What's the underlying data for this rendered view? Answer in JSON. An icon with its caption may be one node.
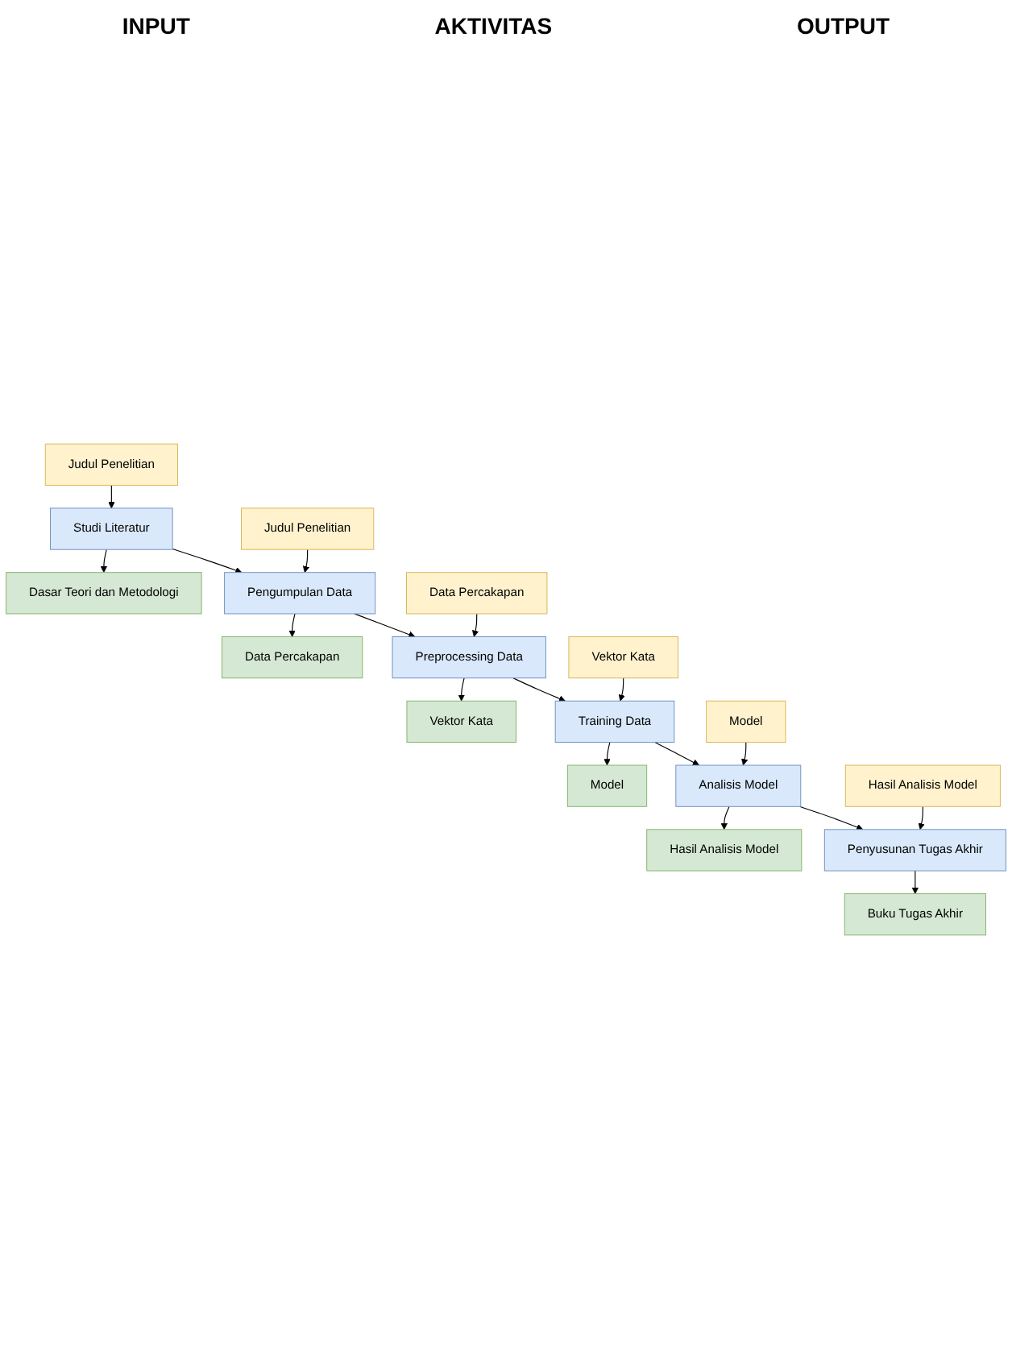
{
  "diagram": {
    "nodes": [
      {
        "text": [
          "Judul Penelitian"
        ]
      },
      {
        "text": [
          "Studi Literatur"
        ]
      },
      {
        "text": [
          "Dasar Teori dan Metodologi"
        ]
      },
      {
        "text": [
          "Judul Penelitian"
        ]
      },
      {
        "text": [
          "Pengumpulan Data"
        ]
      },
      {
        "text": [
          "Data Percakapan"
        ]
      },
      {
        "text": [
          "Data Percakapan"
        ]
      },
      {
        "text": [
          "Preprocessing Data"
        ]
      },
      {
        "text": [
          "Vektor Kata"
        ]
      },
      {
        "text": [
          "Vektor Kata"
        ]
      },
      {
        "text": [
          "Training Data"
        ]
      },
      {
        "text": [
          "Model"
        ]
      },
      {
        "text": [
          "Model"
        ]
      },
      {
        "text": [
          "Analisis Model"
        ]
      },
      {
        "text": [
          "Hasil Analisis Model"
        ]
      },
      {
        "text": [
          "Hasil Analisis Model"
        ]
      },
      {
        "text": [
          "Penyusunan Tugas Akhir"
        ]
      },
      {
        "text": [
          "Buku Tugas Akhir"
        ]
      }
    ],
    "edges": [
      {
        "from": 0,
        "to": 1,
        "arrow": "to"
      },
      {
        "from": 1,
        "to": 2,
        "arrow": "to"
      },
      {
        "from": 1,
        "to": 4,
        "arrow": "to"
      },
      {
        "from": 3,
        "to": 4,
        "arrow": "to"
      },
      {
        "from": 4,
        "to": 5,
        "arrow": "to"
      },
      {
        "from": 4,
        "to": 7,
        "arrow": "to"
      },
      {
        "from": 6,
        "to": 7,
        "arrow": "to"
      },
      {
        "from": 7,
        "to": 8,
        "arrow": "to"
      },
      {
        "from": 7,
        "to": 10,
        "arrow": "to"
      },
      {
        "from": 9,
        "to": 10,
        "arrow": "to"
      },
      {
        "from": 10,
        "to": 11,
        "arrow": "to"
      },
      {
        "from": 10,
        "to": 13,
        "arrow": "to"
      },
      {
        "from": 12,
        "to": 13,
        "arrow": "to"
      },
      {
        "from": 13,
        "to": 14,
        "arrow": "to"
      },
      {
        "from": 13,
        "to": 16,
        "arrow": "to"
      },
      {
        "from": 15,
        "to": 16,
        "arrow": "to"
      },
      {
        "from": 16,
        "to": 17,
        "arrow": "to"
      }
    ],
    "labels": [
      "INPUT",
      "AKTIVITAS",
      "OUTPUT"
    ]
  }
}
